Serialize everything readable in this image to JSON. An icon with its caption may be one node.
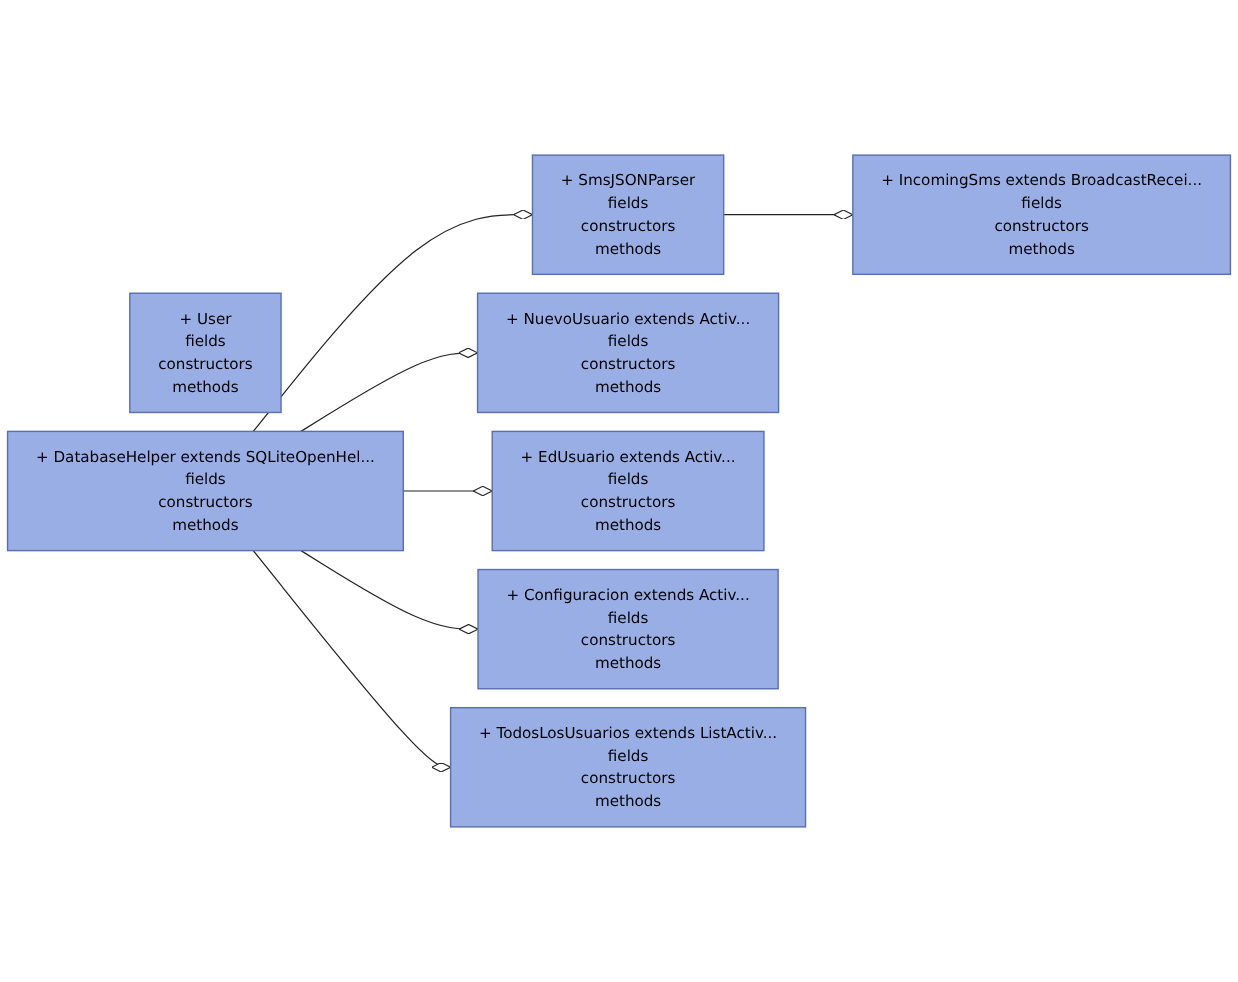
{
  "diagram": {
    "nodes": [
      {
        "text": [
          "+ IncomingSms extends BroadcastRecei...",
          "fields",
          "constructors",
          "methods"
        ]
      },
      {
        "text": [
          "+ SmsJSONParser",
          "fields",
          "constructors",
          "methods"
        ]
      },
      {
        "text": [
          "+ User",
          "fields",
          "constructors",
          "methods"
        ]
      },
      {
        "text": [
          "+ NuevoUsuario extends Activ...",
          "fields",
          "constructors",
          "methods"
        ]
      },
      {
        "text": [
          "+ DatabaseHelper extends SQLiteOpenHel...",
          "fields",
          "constructors",
          "methods"
        ]
      },
      {
        "text": [
          "+ EdUsuario extends Activ...",
          "fields",
          "constructors",
          "methods"
        ]
      },
      {
        "text": [
          "+ Configuracion extends Activ...",
          "fields",
          "constructors",
          "methods"
        ]
      },
      {
        "text": [
          "+ TodosLosUsuarios extends ListActiv...",
          "fields",
          "constructors",
          "methods"
        ]
      }
    ],
    "edges": [
      {
        "from": 1,
        "to": 0,
        "arrow": "other"
      },
      {
        "from": 4,
        "to": 1,
        "arrow": "other"
      },
      {
        "from": 4,
        "to": 3,
        "arrow": "other"
      },
      {
        "from": 4,
        "to": 5,
        "arrow": "other"
      },
      {
        "from": 4,
        "to": 6,
        "arrow": "other"
      },
      {
        "from": 4,
        "to": 7,
        "arrow": "other"
      }
    ]
  }
}
